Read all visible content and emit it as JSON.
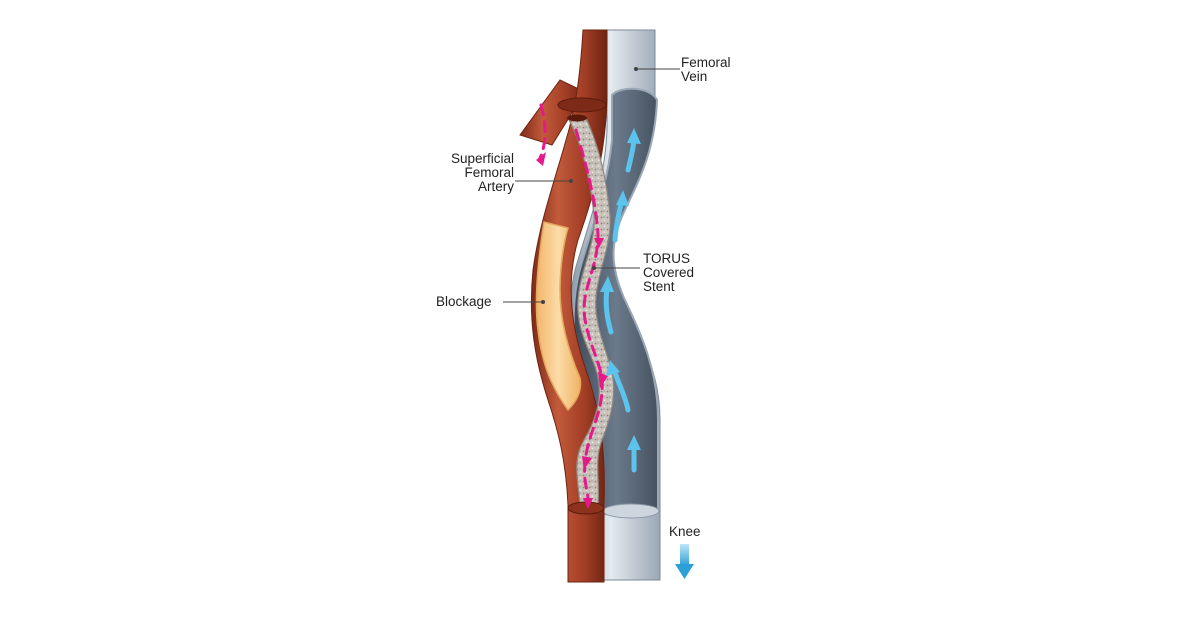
{
  "labels": {
    "femoral_vein": "Femoral\nVein",
    "superficial_femoral_artery": "Superficial\nFemoral\nArtery",
    "blockage": "Blockage",
    "torus_covered_stent": "TORUS\nCovered\nStent",
    "knee": "Knee"
  },
  "colors": {
    "artery": "#b0452c",
    "artery_dark": "#7e2a18",
    "vein": "#5f6e80",
    "vein_light": "#c9d3dd",
    "blockage": "#f6c98a",
    "stent": "#c9c3bb",
    "arterial_flow": "#e6198a",
    "venous_flow": "#5cc3ec"
  }
}
